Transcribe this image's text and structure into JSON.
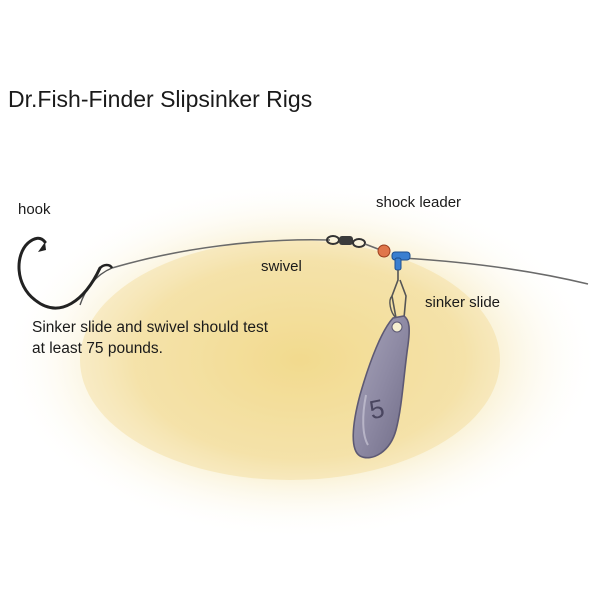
{
  "diagram": {
    "title": "Dr.Fish-Finder Slipsinker Rigs",
    "labels": {
      "hook": "hook",
      "shock_leader": "shock leader",
      "swivel": "swivel",
      "sinker_slide": "sinker slide"
    },
    "note": "Sinker slide and swivel should test at least 75 pounds.",
    "sinker_number": "5",
    "colors": {
      "wash": "#f0d98a",
      "line": "#6a6a6a",
      "sinker": "#8e8aa4",
      "bead": "#e0764a",
      "slide_clip": "#3a7fd0"
    }
  }
}
